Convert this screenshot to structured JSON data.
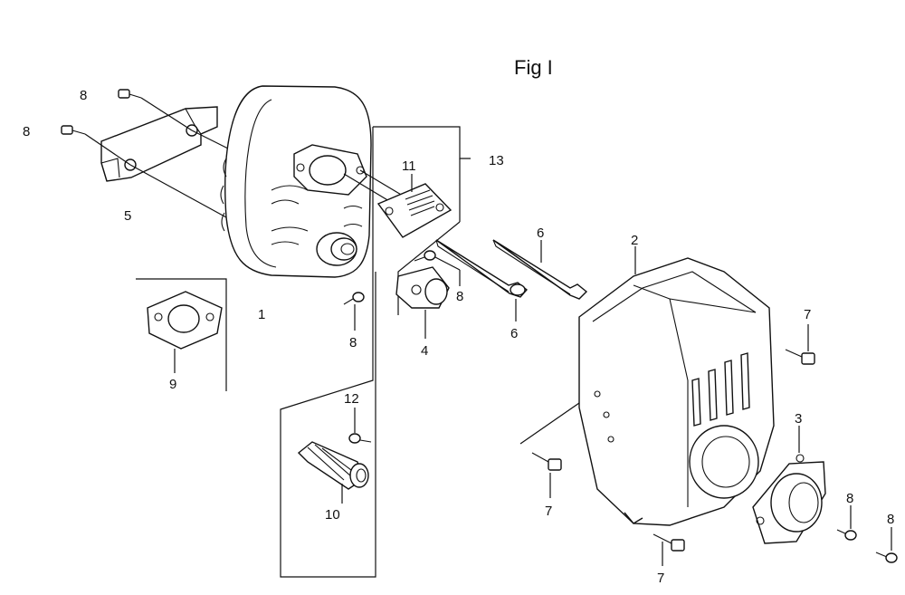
{
  "figure": {
    "title": "Fig I"
  },
  "callouts": [
    {
      "id": "c8a",
      "text": "8"
    },
    {
      "id": "c8b",
      "text": "8"
    },
    {
      "id": "c5",
      "text": "5"
    },
    {
      "id": "c1",
      "text": "1"
    },
    {
      "id": "c11",
      "text": "11"
    },
    {
      "id": "c13",
      "text": "13"
    },
    {
      "id": "c6a",
      "text": "6"
    },
    {
      "id": "c2",
      "text": "2"
    },
    {
      "id": "c8c",
      "text": "8"
    },
    {
      "id": "c6b",
      "text": "6"
    },
    {
      "id": "c4",
      "text": "4"
    },
    {
      "id": "c8d",
      "text": "8"
    },
    {
      "id": "c9",
      "text": "9"
    },
    {
      "id": "c7a",
      "text": "7"
    },
    {
      "id": "c12",
      "text": "12"
    },
    {
      "id": "c10",
      "text": "10"
    },
    {
      "id": "c3",
      "text": "3"
    },
    {
      "id": "c7b",
      "text": "7"
    },
    {
      "id": "c8e",
      "text": "8"
    },
    {
      "id": "c7c",
      "text": "7"
    },
    {
      "id": "c8f",
      "text": "8"
    }
  ]
}
